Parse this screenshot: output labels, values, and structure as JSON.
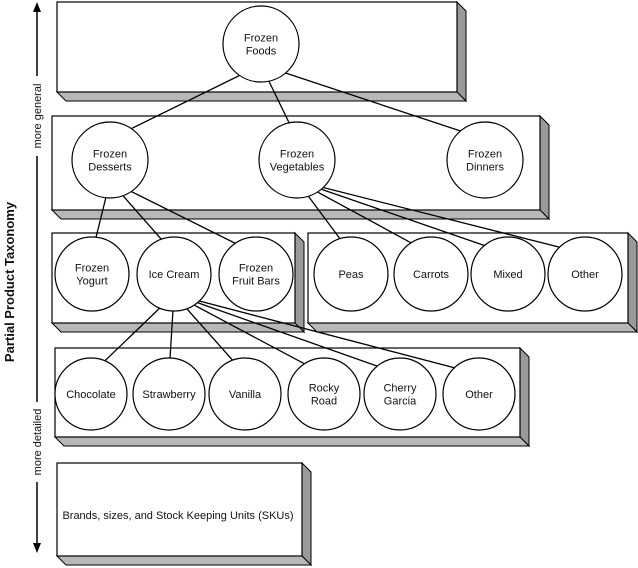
{
  "taxonomy": {
    "title": "Partial Product Taxonomy",
    "axis_top_label": "more general",
    "axis_bottom_label": "more detailed"
  },
  "nodes": {
    "frozen_foods": "Frozen\nFoods",
    "frozen_desserts": "Frozen\nDesserts",
    "frozen_vegetables": "Frozen\nVegetables",
    "frozen_dinners": "Frozen\nDinners",
    "frozen_yogurt": "Frozen\nYogurt",
    "ice_cream": "Ice Cream",
    "frozen_fruit_bars": "Frozen\nFruit Bars",
    "peas": "Peas",
    "carrots": "Carrots",
    "mixed": "Mixed",
    "veg_other": "Other",
    "chocolate": "Chocolate",
    "strawberry": "Strawberry",
    "vanilla": "Vanilla",
    "rocky_road": "Rocky\nRoad",
    "cherry_garcia": "Cherry\nGarcia",
    "flavor_other": "Other"
  },
  "sku_box_label": "Brands, sizes, and Stock Keeping Units (SKUs)",
  "edges": [
    [
      "frozen_foods",
      "frozen_desserts"
    ],
    [
      "frozen_foods",
      "frozen_vegetables"
    ],
    [
      "frozen_foods",
      "frozen_dinners"
    ],
    [
      "frozen_desserts",
      "frozen_yogurt"
    ],
    [
      "frozen_desserts",
      "ice_cream"
    ],
    [
      "frozen_desserts",
      "frozen_fruit_bars"
    ],
    [
      "frozen_vegetables",
      "peas"
    ],
    [
      "frozen_vegetables",
      "carrots"
    ],
    [
      "frozen_vegetables",
      "mixed"
    ],
    [
      "frozen_vegetables",
      "veg_other"
    ],
    [
      "ice_cream",
      "chocolate"
    ],
    [
      "ice_cream",
      "strawberry"
    ],
    [
      "ice_cream",
      "vanilla"
    ],
    [
      "ice_cream",
      "rocky_road"
    ],
    [
      "ice_cream",
      "cherry_garcia"
    ],
    [
      "ice_cream",
      "flavor_other"
    ]
  ]
}
